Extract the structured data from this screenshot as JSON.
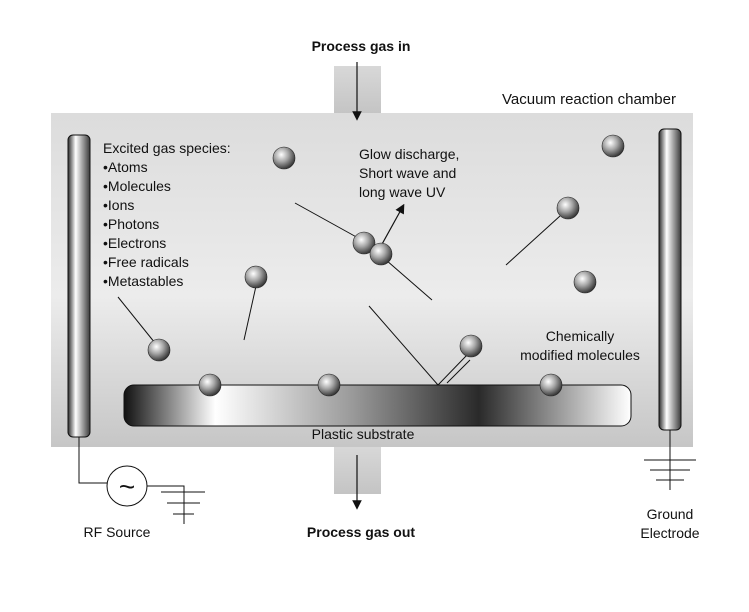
{
  "labels": {
    "process_gas_in": "Process gas in",
    "process_gas_out": "Process gas out",
    "vacuum_chamber": "Vacuum reaction chamber",
    "species_title": "Excited gas species:",
    "species": [
      "•Atoms",
      "•Molecules",
      "•Ions",
      "•Photons",
      "•Electrons",
      "•Free radicals",
      "•Metastables"
    ],
    "glow_discharge": [
      "Glow discharge,",
      "Short wave and",
      "long wave UV"
    ],
    "chemically_modified": [
      "Chemically",
      "modified molecules"
    ],
    "plastic_substrate": "Plastic substrate",
    "rf_source": "RF Source",
    "rf_symbol": "~",
    "ground_electrode": [
      "Ground",
      "Electrode"
    ]
  }
}
